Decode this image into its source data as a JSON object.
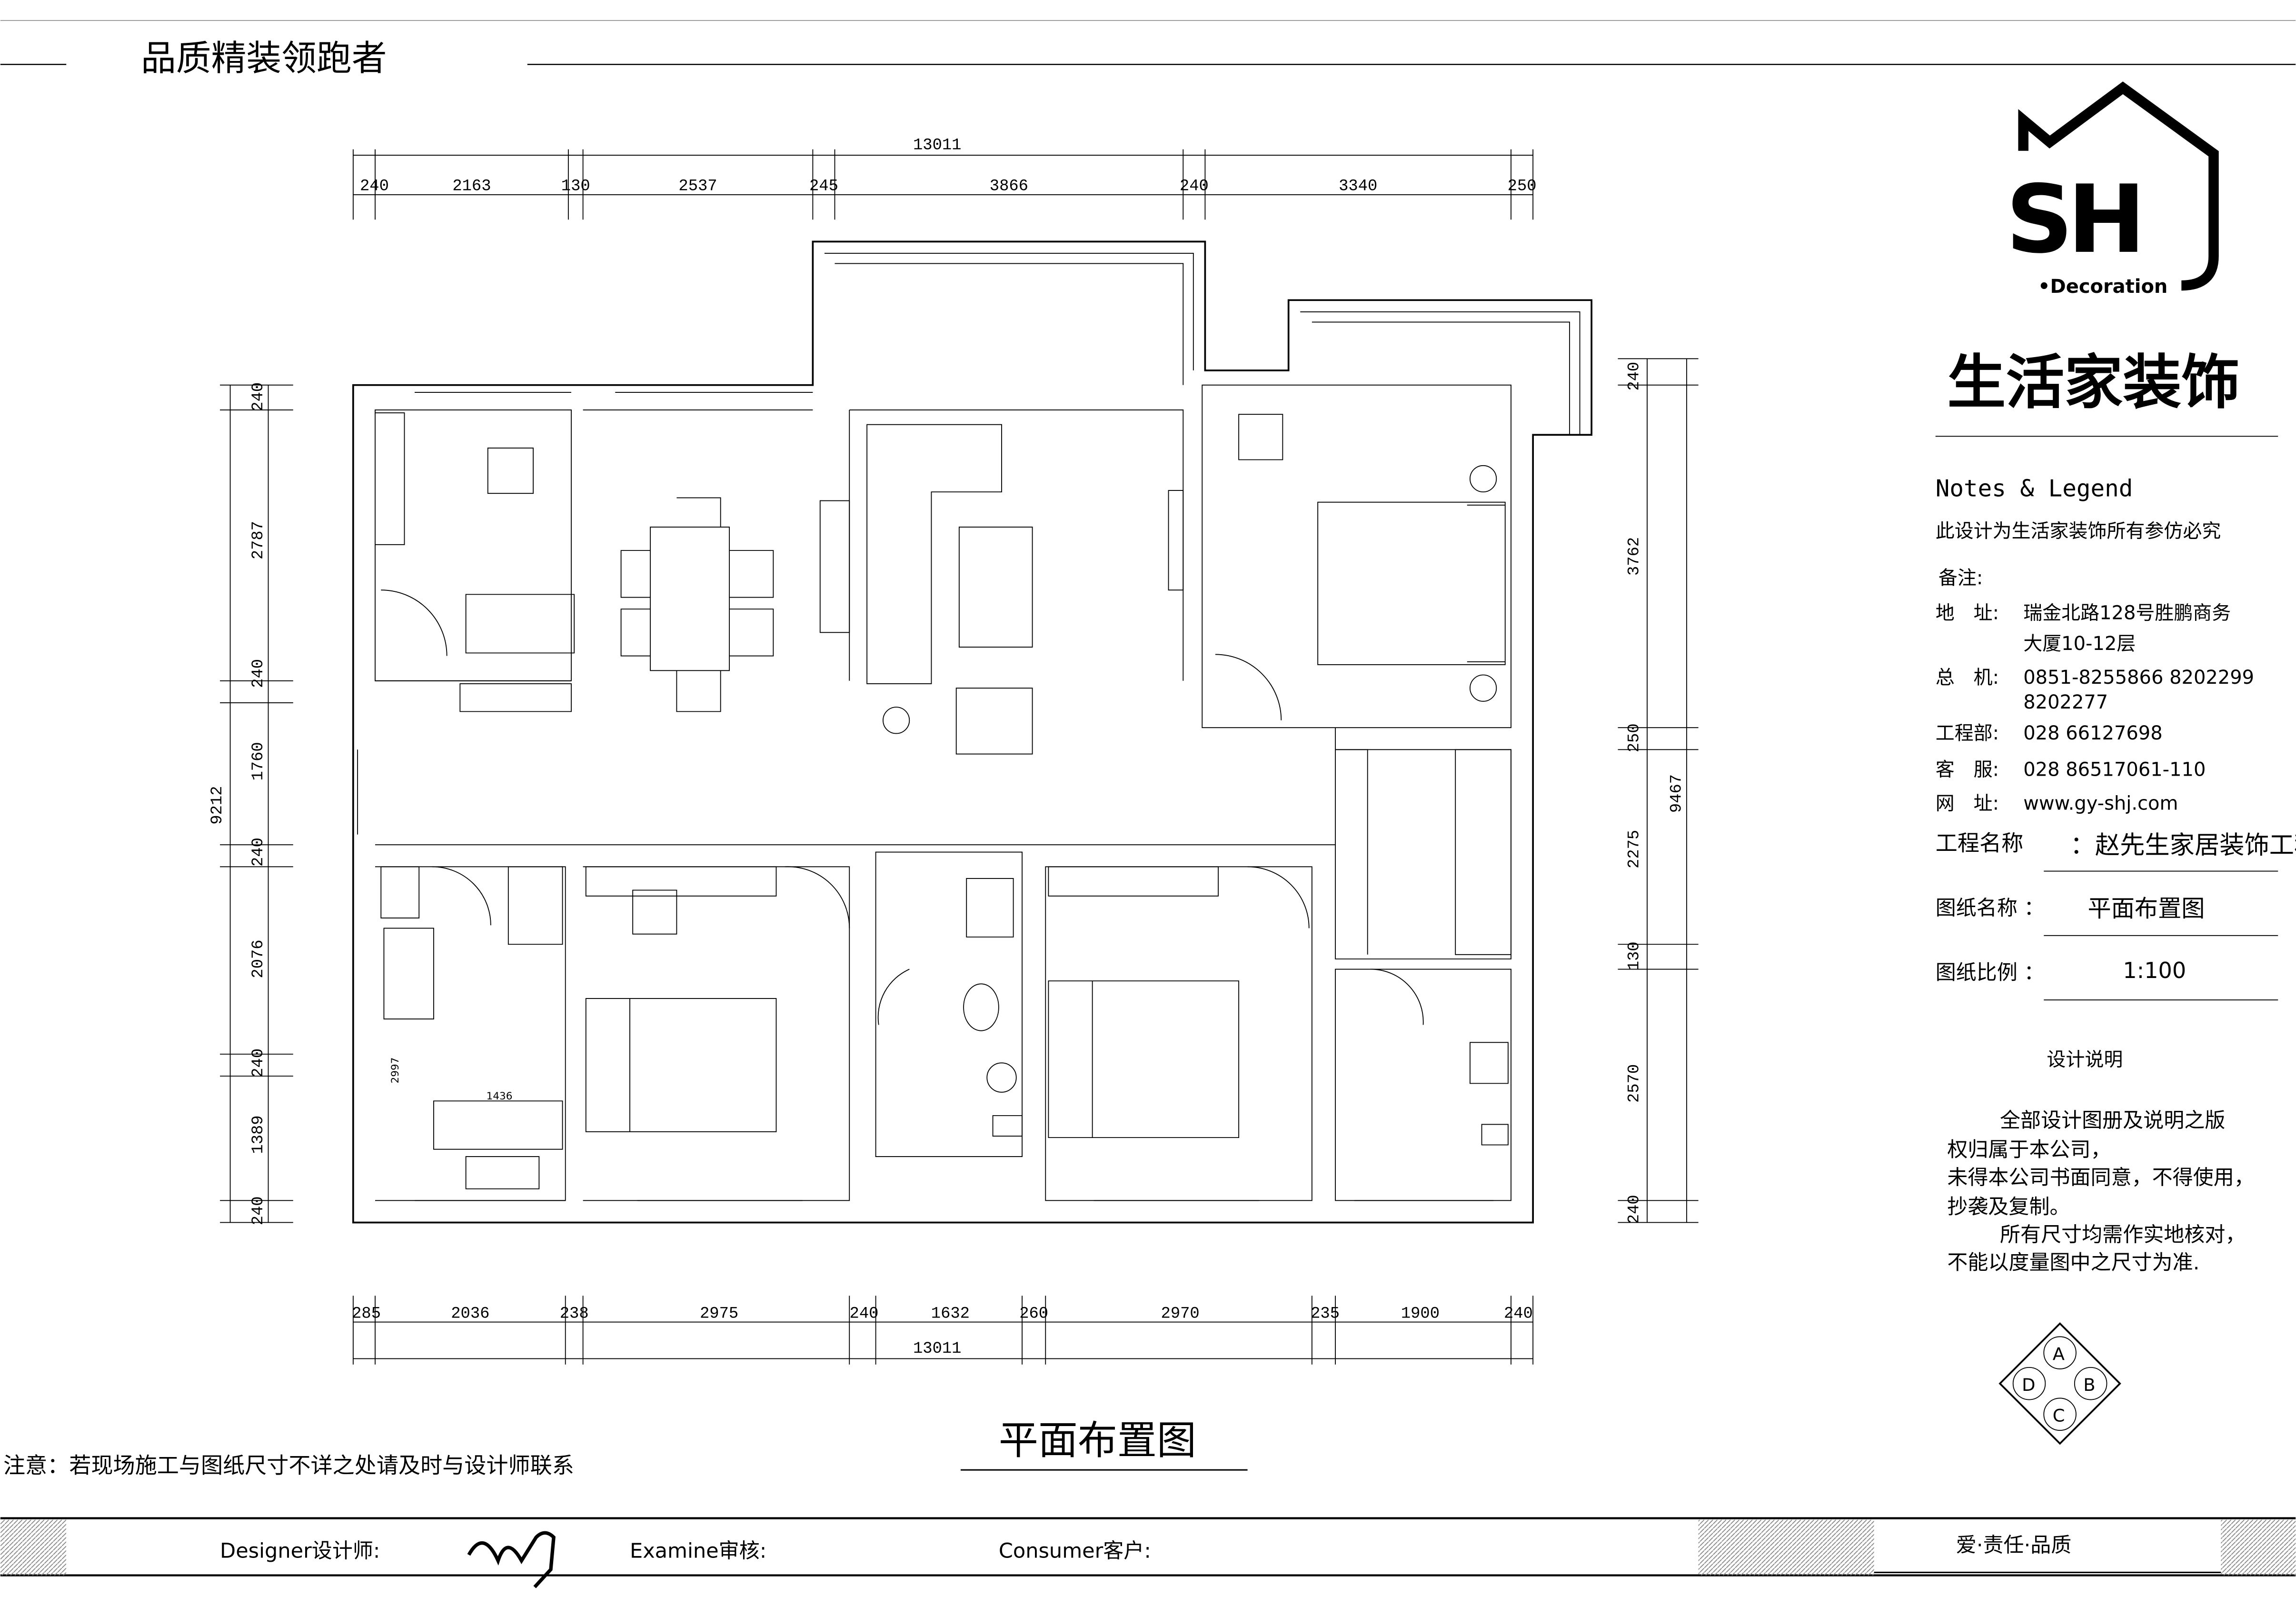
{
  "header": {
    "slogan": "品质精装领跑者"
  },
  "logo": {
    "letters": "SHJ",
    "sub": "•Decoration",
    "brand": "生活家装饰"
  },
  "legend": {
    "title": "Notes & Legend",
    "copyright": "此设计为生活家装饰所有参仿必究",
    "remark_label": "备注:",
    "rows": [
      {
        "label": "地　址:",
        "value": "瑞金北路128号胜鹏商务",
        "value2": "大厦10-12层"
      },
      {
        "label": "总　机:",
        "value": "0851-8255866 8202299",
        "value2": "8202277"
      },
      {
        "label": "工程部:",
        "value": "028 66127698"
      },
      {
        "label": "客　服:",
        "value": "028 86517061-110"
      },
      {
        "label": "网　址:",
        "value": "www.gy-shj.com"
      }
    ],
    "project_label": "工程名称",
    "project_value": "：赵先生家居装饰工程",
    "drawing_label": "图纸名称 ：",
    "drawing_value": "平面布置图",
    "scale_label": "图纸比例 ：",
    "scale_value": "1:100",
    "design_title": "设计说明",
    "design_lines": [
      "全部设计图册及说明之版",
      "权归属于本公司，",
      "未得本公司书面同意，不得使用，",
      "抄袭及复制。",
      "所有尺寸均需作实地核对，",
      "不能以度量图中之尺寸为准."
    ],
    "compass": [
      "A",
      "B",
      "C",
      "D"
    ]
  },
  "plan": {
    "title": "平面布置图",
    "top_total": "13011",
    "top": [
      "240",
      "2163",
      "130",
      "2537",
      "245",
      "3866",
      "240",
      "3340",
      "250"
    ],
    "bottom_total": "13011",
    "bottom": [
      "285",
      "2036",
      "238",
      "2975",
      "240",
      "1632",
      "260",
      "2970",
      "235",
      "1900",
      "240"
    ],
    "left_total": "9212",
    "left": [
      "240",
      "2787",
      "240",
      "1760",
      "240",
      "2076",
      "240",
      "1389",
      "240"
    ],
    "right_total": "9467",
    "right": [
      "240",
      "3762",
      "250",
      "2275",
      "130",
      "2570",
      "240"
    ],
    "kitchen_w": "1436",
    "kitchen_h": "2997"
  },
  "note": "注意：若现场施工与图纸尺寸不详之处请及时与设计师联系",
  "footer": {
    "designer": "Designer设计师:",
    "examine": "Examine审核:",
    "consumer": "Consumer客户:",
    "motto": "爱·责任·品质"
  }
}
